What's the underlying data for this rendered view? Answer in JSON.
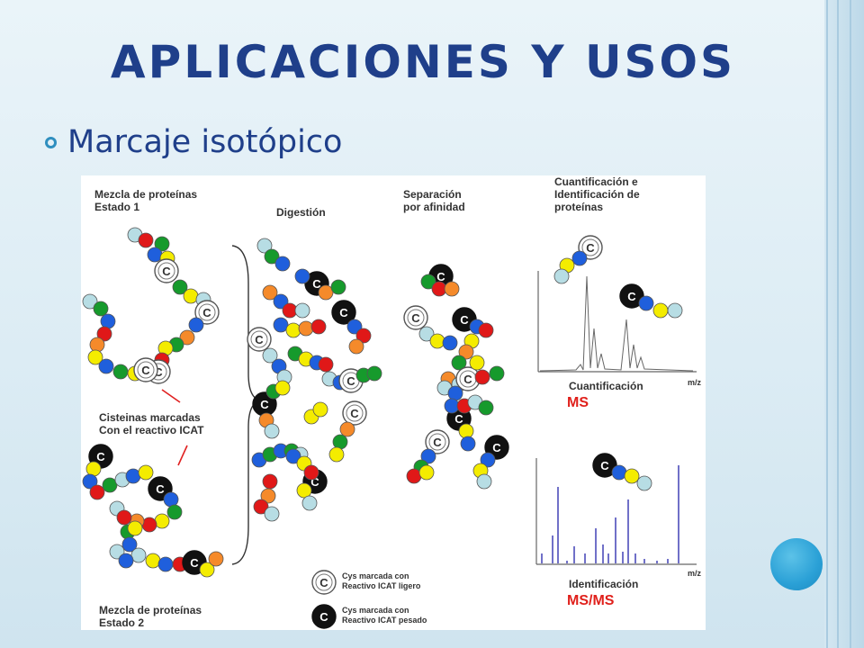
{
  "slide": {
    "title": "APLICACIONES Y USOS",
    "bullet": "Marcaje isotópico"
  },
  "figure": {
    "labels": {
      "mix1": "Mezcla de proteínas\nEstado 1",
      "digestion": "Digestión",
      "separation": "Separación\npor afinidad",
      "quant_ident": "Cuantificación e\nIdentificación de\nproteínas",
      "cysteines": "Cisteinas marcadas\nCon el reactivo ICAT",
      "mix2": "Mezcla de proteínas\nEstado 2",
      "quantification": "Cuantificación",
      "ms": "MS",
      "identification": "Identificación",
      "msms": "MS/MS",
      "mz_top": "m/z",
      "mz_bottom": "m/z",
      "legend_light": "Cys marcada con\nReactivo ICAT ligero",
      "legend_heavy": "Cys marcada con\nReactivo ICAT pesado",
      "c_letter": "C"
    },
    "colors": {
      "light_blue": "#b7dde4",
      "green": "#169a2c",
      "red": "#e01818",
      "blue": "#1f5fdc",
      "yellow": "#f4ec00",
      "orange": "#f58a2a",
      "ms_line": "#666666",
      "msms_line": "#3434b0",
      "arrow": "#e02020"
    }
  },
  "decor": {
    "accent": "#2aa0d6"
  }
}
